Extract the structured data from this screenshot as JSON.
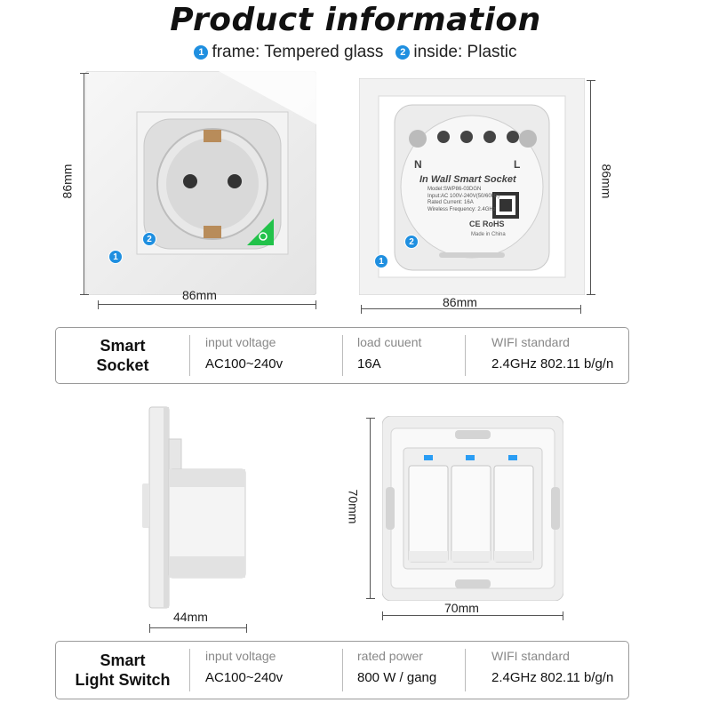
{
  "header": {
    "title": "Product information",
    "frame_marker": "1",
    "frame_text": "frame: Tempered glass",
    "inside_marker": "2",
    "inside_text": "inside: Plastic"
  },
  "socket_front": {
    "width_label": "86mm",
    "height_label": "86mm",
    "marker1": "1",
    "marker2": "2"
  },
  "socket_back": {
    "width_label": "86mm",
    "height_label": "86mm",
    "marker1": "1",
    "marker2": "2",
    "n_label": "N",
    "l_label": "L",
    "module_title": "In Wall Smart Socket",
    "model": "Model:SWP86-03DGN",
    "input": "Input:AC 100V-240V(50/60Hz)",
    "current": "Rated Current: 16A",
    "wifi": "Wireless Frequency: 2.4GHz",
    "cert": "CE RoHS",
    "origin": "Made in China"
  },
  "socket_specs": {
    "name_line1": "Smart",
    "name_line2": "Socket",
    "col1_label": "input voltage",
    "col1_value": "AC100~240v",
    "col2_label": "load cuuent",
    "col2_value": "16A",
    "col3_label": "WIFI standard",
    "col3_value": "2.4GHz 802.11 b/g/n"
  },
  "socket_side": {
    "depth_label": "44mm"
  },
  "switch_front": {
    "width_label": "70mm",
    "height_label": "70mm"
  },
  "switch_specs": {
    "name_line1": "Smart",
    "name_line2": "Light Switch",
    "col1_label": "input voltage",
    "col1_value": "AC100~240v",
    "col2_label": "rated power",
    "col2_value": "800 W / gang",
    "col3_label": "WIFI standard",
    "col3_value": "2.4GHz 802.11 b/g/n"
  },
  "colors": {
    "accent_blue": "#1f8fe0",
    "led_green": "#22c24a",
    "led_blue": "#2a9df4"
  }
}
